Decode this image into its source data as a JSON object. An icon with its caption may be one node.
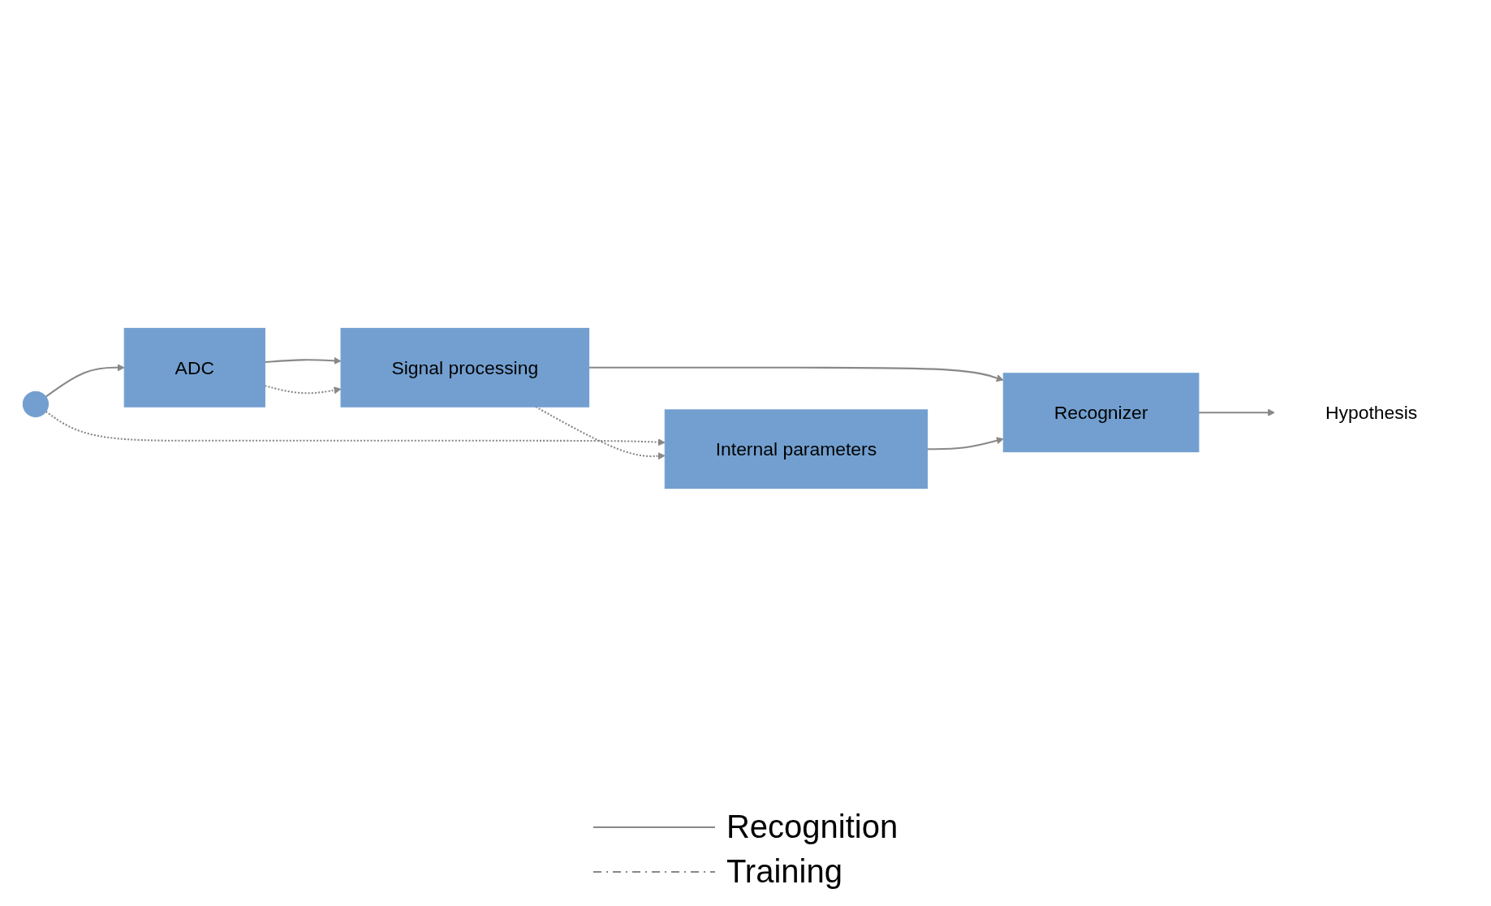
{
  "diagram": {
    "nodes": [
      {
        "text": [],
        "shape": "circle"
      },
      {
        "text": [
          "ADC"
        ]
      },
      {
        "text": [
          "Signal processing"
        ]
      },
      {
        "text": [
          "Internal parameters"
        ]
      },
      {
        "text": [
          "Recognizer"
        ]
      },
      {
        "text": [
          "Hypothesis"
        ]
      }
    ],
    "edges": [
      {
        "from": 0,
        "to": 1,
        "arrow": "to"
      },
      {
        "from": 0,
        "to": 3,
        "arrow": "to",
        "style": "dashed"
      },
      {
        "from": 1,
        "to": 2,
        "arrow": "to"
      },
      {
        "from": 1,
        "to": 2,
        "arrow": "to",
        "style": "dashed"
      },
      {
        "from": 2,
        "to": 3,
        "arrow": "to",
        "style": "dashed"
      },
      {
        "from": 2,
        "to": 4,
        "arrow": "to"
      },
      {
        "from": 3,
        "to": 4,
        "arrow": "to"
      },
      {
        "from": 4,
        "to": 5,
        "arrow": "to"
      }
    ],
    "legend": [
      {
        "text": "Recognition"
      },
      {
        "text": "Training"
      }
    ]
  }
}
